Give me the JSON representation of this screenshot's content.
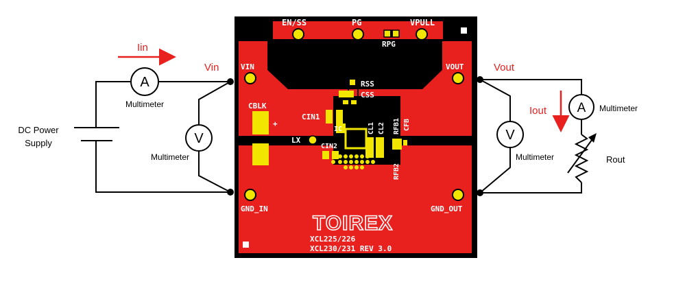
{
  "colors": {
    "wire": "#000000",
    "red_label": "#e8201e",
    "board": "#000000",
    "copper": "#e8201e",
    "pad": "#f2e600",
    "silk": "#ffffff"
  },
  "circuit": {
    "source_label_line1": "DC Power",
    "source_label_line2": "Supply",
    "iin_label": "Iin",
    "vin_label": "Vin",
    "vout_label": "Vout",
    "iout_label": "Iout",
    "ammeter_symbol": "A",
    "voltmeter_symbol": "V",
    "meter_label": "Multimeter",
    "rout_label": "Rout"
  },
  "board": {
    "en_ss": "EN/SS",
    "pg": "PG",
    "vpull": "VPULL",
    "rpg": "RPG",
    "vin": "VIN",
    "vout": "VOUT",
    "rss": "RSS",
    "css": "CSS",
    "cblk": "CBLK",
    "plus": "+",
    "cin1": "CIN1",
    "ic": "IC",
    "cl1": "CL1",
    "cl2": "CL2",
    "rfb1": "RFB1",
    "cfb": "CFB",
    "lx": "LX",
    "cin2": "CIN2",
    "rfb2": "RFB2",
    "gnd_in": "GND_IN",
    "gnd_out": "GND_OUT",
    "logo": "TOIREX",
    "model_line1": "XCL225/226",
    "model_line2": "XCL230/231 REV 3.0"
  }
}
